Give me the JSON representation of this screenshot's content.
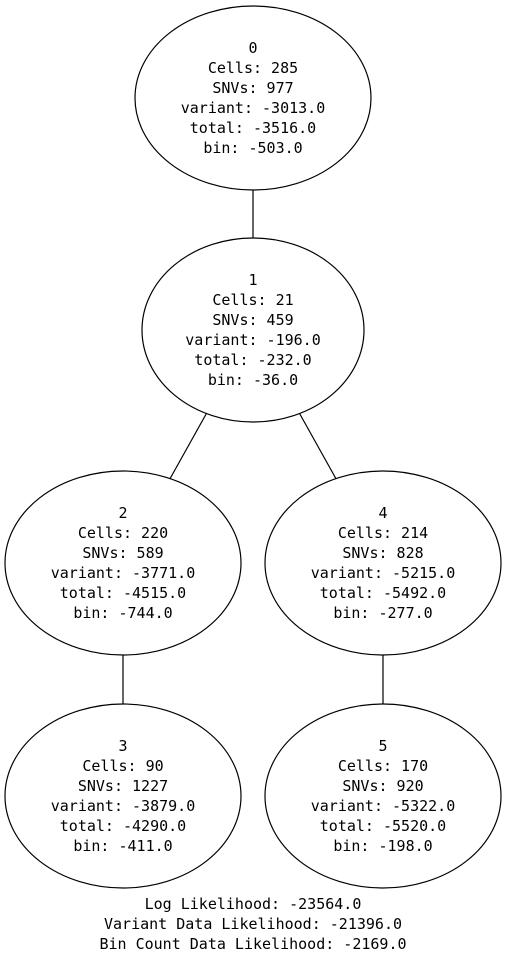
{
  "nodes": [
    {
      "id": "0",
      "lines": [
        "0",
        "Cells: 285",
        "SNVs: 977",
        "variant: -3013.0",
        "total: -3516.0",
        "bin: -503.0"
      ]
    },
    {
      "id": "1",
      "lines": [
        "1",
        "Cells: 21",
        "SNVs: 459",
        "variant: -196.0",
        "total: -232.0",
        "bin: -36.0"
      ]
    },
    {
      "id": "2",
      "lines": [
        "2",
        "Cells: 220",
        "SNVs: 589",
        "variant: -3771.0",
        "total: -4515.0",
        "bin: -744.0"
      ]
    },
    {
      "id": "4",
      "lines": [
        "4",
        "Cells: 214",
        "SNVs: 828",
        "variant: -5215.0",
        "total: -5492.0",
        "bin: -277.0"
      ]
    },
    {
      "id": "3",
      "lines": [
        "3",
        "Cells: 90",
        "SNVs: 1227",
        "variant: -3879.0",
        "total: -4290.0",
        "bin: -411.0"
      ]
    },
    {
      "id": "5",
      "lines": [
        "5",
        "Cells: 170",
        "SNVs: 920",
        "variant: -5322.0",
        "total: -5520.0",
        "bin: -198.0"
      ]
    }
  ],
  "edges": [
    {
      "from": "0",
      "to": "1"
    },
    {
      "from": "1",
      "to": "2"
    },
    {
      "from": "1",
      "to": "4"
    },
    {
      "from": "2",
      "to": "3"
    },
    {
      "from": "4",
      "to": "5"
    }
  ],
  "footer": {
    "log_likelihood": "Log Likelihood: -23564.0",
    "variant_likelihood": "Variant Data Likelihood: -21396.0",
    "bin_count_likelihood": "Bin Count Data Likelihood: -2169.0"
  }
}
